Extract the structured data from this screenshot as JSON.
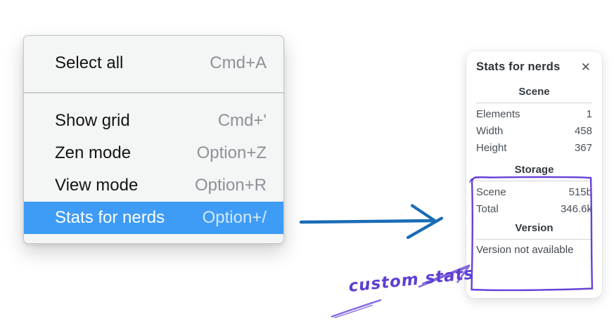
{
  "colors": {
    "menu_highlight": "#3e9cf6",
    "menu_background": "#f4f5f5",
    "menu_border": "#c2c7cc",
    "blue_arrow": "#1a6cb5",
    "purple_box": "#6741d9",
    "purple_stroke": "#8468e0",
    "annotation_text": "#5d3fd3"
  },
  "context_menu": {
    "items": [
      {
        "label": "Select all",
        "shortcut": "Cmd+A"
      },
      {
        "label": "Show grid",
        "shortcut": "Cmd+'"
      },
      {
        "label": "Zen mode",
        "shortcut": "Option+Z"
      },
      {
        "label": "View mode",
        "shortcut": "Option+R"
      },
      {
        "label": "Stats for nerds",
        "shortcut": "Option+/"
      }
    ]
  },
  "stats_panel": {
    "title": "Stats for nerds",
    "close_glyph": "✕",
    "sections": [
      {
        "heading": "Scene",
        "rows": [
          {
            "label": "Elements",
            "value": "1"
          },
          {
            "label": "Width",
            "value": "458"
          },
          {
            "label": "Height",
            "value": "367"
          }
        ]
      },
      {
        "heading": "Storage",
        "rows": [
          {
            "label": "Scene",
            "value": "515b"
          },
          {
            "label": "Total",
            "value": "346.6k"
          }
        ]
      },
      {
        "heading": "Version",
        "message": "Version not available"
      }
    ]
  },
  "annotation": {
    "label": "custom stats"
  }
}
